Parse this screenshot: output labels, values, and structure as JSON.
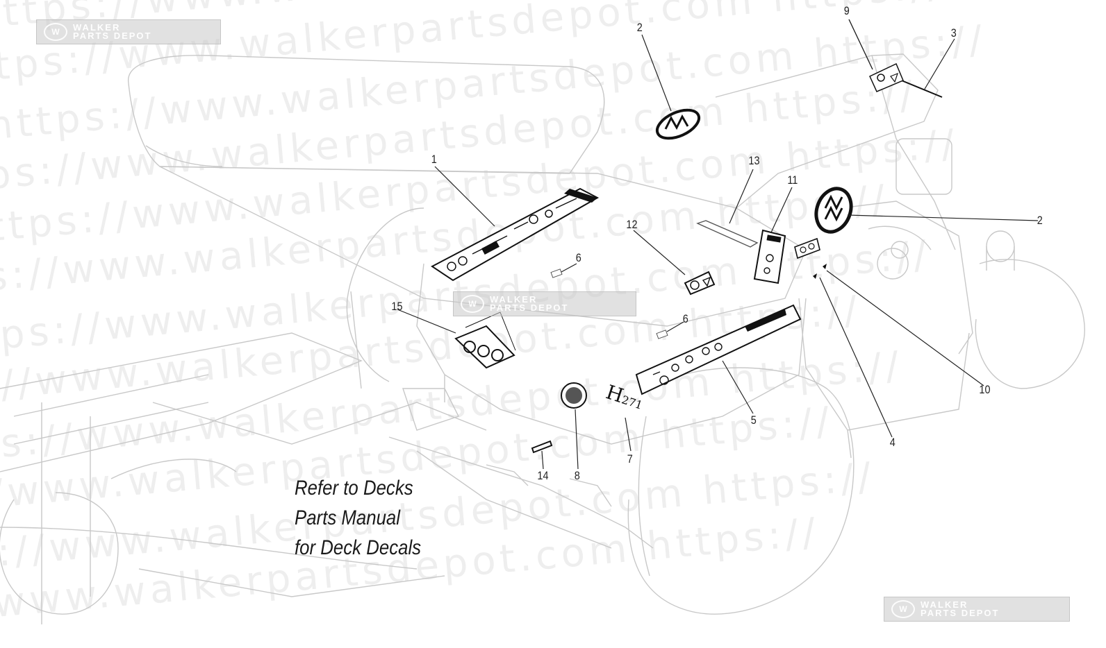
{
  "watermark": {
    "text_lines": [
      "https://www.walkerpartsdepot.com https://",
      "https://www.walkerpartsdepot.com https://",
      "https://www.walkerpartsdepot.com https://",
      "https://www.walkerpartsdepot.com https://",
      "https://www.walkerpartsdepot.com https://",
      "https://www.walkerpartsdepot.com https://",
      "https://www.walkerpartsdepot.com https://",
      "https://www.walkerpartsdepot.com https://",
      "https://www.walkerpartsdepot.com https://",
      "https://www.walkerpartsdepot.com https://",
      "https://www.walkerpartsdepot.com https://",
      "https://www.walkerpartsdepot.com https://"
    ],
    "badge_line1": "WALKER",
    "badge_line2": "PARTS DEPOT",
    "badge_logo": "W"
  },
  "callouts": [
    "1",
    "2",
    "2",
    "3",
    "4",
    "5",
    "6",
    "6",
    "7",
    "8",
    "9",
    "10",
    "11",
    "12",
    "13",
    "14",
    "15"
  ],
  "note": {
    "line1": "Refer to Decks",
    "line2": "Parts Manual",
    "line3": "for Deck Decals"
  },
  "decal_text": {
    "hour_meter_h": "H",
    "hour_meter_num": "271",
    "brand_logo": "W"
  },
  "colors": {
    "line_art": "#c8c8c8",
    "decal": "#111111",
    "callout": "#222222"
  }
}
